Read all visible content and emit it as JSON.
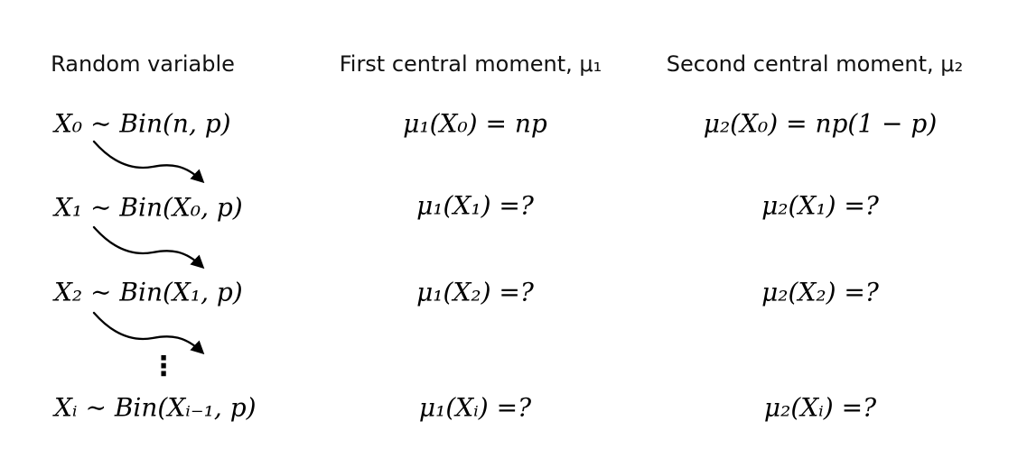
{
  "figure": {
    "columns": [
      {
        "header": "Random variable"
      },
      {
        "header": "First central moment, μ₁"
      },
      {
        "header": "Second central moment, μ₂"
      }
    ],
    "rows": [
      {
        "variable": "X₀ ∼ Bin(n, p)",
        "moment1": "μ₁(X₀) = np",
        "moment2": "μ₂(X₀) = np(1 − p)"
      },
      {
        "variable": "X₁ ∼ Bin(X₀, p)",
        "moment1": "μ₁(X₁) =?",
        "moment2": "μ₂(X₁) =?"
      },
      {
        "variable": "X₂ ∼ Bin(X₁, p)",
        "moment1": "μ₁(X₂) =?",
        "moment2": "μ₂(X₂) =?"
      },
      {
        "variable": "Xᵢ ∼ Bin(Xᵢ₋₁, p)",
        "moment1": "μ₁(Xᵢ) =?",
        "moment2": "μ₂(Xᵢ) =?"
      }
    ],
    "ellipsis": "⋮",
    "arrows": [
      {
        "name": "x0-to-x1"
      },
      {
        "name": "x1-to-x2"
      },
      {
        "name": "x2-to-ellipsis"
      }
    ],
    "colors": {
      "ink": "#000000",
      "background": "#ffffff"
    }
  }
}
